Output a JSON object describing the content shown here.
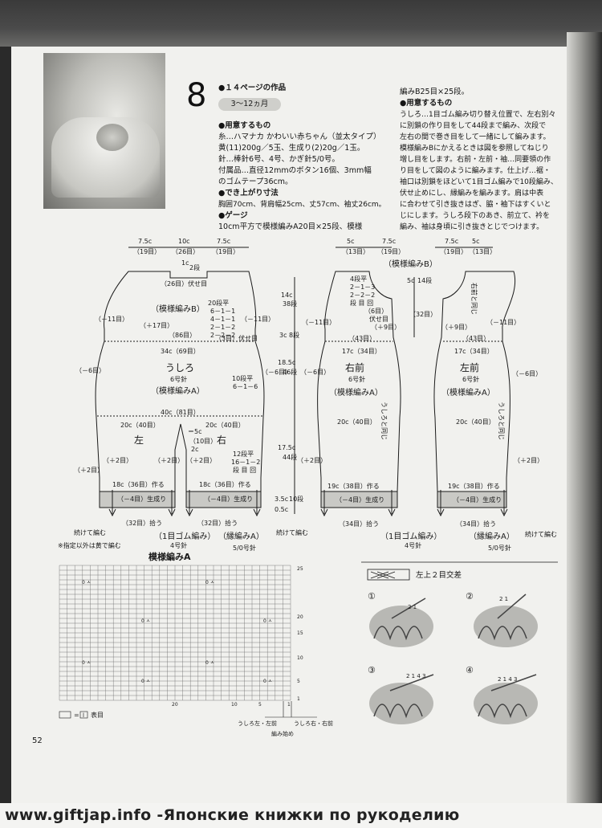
{
  "page_number": "52",
  "footer": "www.giftjap.info -Японские книжки по рукоделию",
  "pattern": {
    "number": "8",
    "ref": "●１４ページの作品",
    "age": "3～12ヵ月",
    "materials_head": "●用意するもの",
    "materials": [
      "糸…ハマナカ かわいい赤ちゃん（並太タイプ）",
      "黄(11)200g／5玉、生成り(2)20g／1玉。",
      "針…棒針6号、4号、かぎ針5/0号。",
      "付属品…直径12mmのボタン16個、3mm幅",
      "のゴムテープ36cm。"
    ],
    "size_head": "●でき上がり寸法",
    "size": "胸囲70cm、背肩幅25cm、丈57cm、袖丈26cm。",
    "gauge_head": "●ゲージ",
    "gauge": [
      "10cm平方で模様編みA20目×25段、模様",
      "編みB25目×25段。"
    ],
    "method_head": "●用意するもの",
    "method": [
      "うしろ…1目ゴム編み切り替え位置で、左右別々",
      "に別鎖の作り目をして44段まで編み、次段で",
      "左右の間で巻き目をして一緒にして編みます。",
      "模様編みBにかえるときは図を参照してねじり",
      "増し目をします。右前・左前・袖…同要領の作",
      "り目をして図のように編みます。仕上げ…裾・",
      "袖口は別鎖をほどいて1目ゴム編みで10段編み、",
      "伏せ止めにし、縁編みを編みます。肩は中表",
      "に合わせて引き抜きはぎ、脇・袖下はすくいと",
      "じにします。うしろ段下のあき、前立て、衿を",
      "編み、袖は身頃に引き抜きとじでつけます。"
    ]
  },
  "diagram": {
    "back": {
      "title": "うしろ",
      "needle": "6号針",
      "pattern_a": "（模様編みA）",
      "pattern_b": "（模様編みB）",
      "left": "左",
      "right": "右",
      "top_7_5": "7.5c",
      "top_7_5_st": "（19目）",
      "top_10": "10c",
      "top_10_st": "（26目）",
      "neck_bind": "（26目）伏せ目",
      "neck_1c": "1c",
      "neck_2": "2段",
      "w34": "34c（69目）",
      "w86": "（86目）",
      "w3": "（3目）伏せ目",
      "w40": "40c（81目）",
      "w20l": "20c（40目）",
      "w20r": "20c（40目）",
      "w18l": "18c（36目）作る",
      "w18r": "18c（36目）作る",
      "w4l": "（－4目）生成り",
      "w4r": "（－4目）生成り",
      "w32l": "（32目）拾う",
      "w32r": "（32目）拾う",
      "m11l": "（－11目）",
      "m11r": "（－11目）",
      "p17": "（＋17目）",
      "m6l": "（－6目）",
      "m6r": "（－6目）",
      "p2l": "（＋2目）",
      "p2a": "（＋2目）",
      "p2b": "（＋2目）",
      "p2r": "（＋2目）",
      "inc_a": [
        "20段平",
        "6－1－1",
        "4－1－1",
        "2－1－2",
        "2－2－2"
      ],
      "inc_b": [
        "10段平",
        "6－1－6"
      ],
      "inc_c": [
        "12段平",
        "16－1－2",
        "段 目 回"
      ],
      "c5": "＝5c",
      "c5s": "（10目）",
      "c2": "2c",
      "cont": "続けて編む",
      "note": "※指定以外は黄で編む"
    },
    "center": {
      "h14": "14c",
      "h14s": "38段",
      "h3": "3c",
      "h3s": "8段",
      "h18": "18.5c",
      "h18s": "46段",
      "h17": "17.5c",
      "h17s": "44段",
      "h35": "3.5c",
      "h35s": "10段",
      "h05": "0.5c"
    },
    "right_front": {
      "title": "右前",
      "needle": "6号針",
      "pattern": "（模様編みA）",
      "top5": "5c",
      "top5s": "（13目）",
      "top75": "7.5c",
      "top75s": "（19目）",
      "neck_steps": [
        "4段平",
        "2－1－3",
        "2－2－2",
        "段 目 回"
      ],
      "neck6": "（6目）",
      "neck_bind": "伏せ目",
      "p9": "（＋9目）",
      "w43": "（43目）",
      "w17": "17c（34目）",
      "w20": "20c（40目）",
      "w19": "19c（38目）作る",
      "w4": "（－4目）生成り",
      "w34": "（34目）拾う",
      "m11": "（－11目）",
      "m6": "（－6目）",
      "p2": "（＋2目）",
      "vert": "うしろと同じ",
      "c5": "5c",
      "c14": "14段",
      "c32": "（32目）"
    },
    "left_front": {
      "title": "左前",
      "needle": "6号針",
      "pattern": "（模様編みA）",
      "top5": "5c",
      "top5s": "（13目）",
      "top75": "7.5c",
      "top75s": "（19目）",
      "vert_top": "右前と同じ",
      "p9": "（＋9目）",
      "w43": "（43目）",
      "w17": "17c（34目）",
      "w20": "20c（40目）",
      "w19": "19c（38目）作る",
      "w4": "（－4目）生成り",
      "w34": "（34目）拾う",
      "m11": "（－11目）",
      "m6": "（－6目）",
      "p2": "（＋2目）",
      "vert": "うしろと同じ"
    },
    "pattern_b_top": "（模様編みB）",
    "rib_l": "（1目ゴム編み）",
    "rib_l_n": "4号針",
    "edge_l": "（縁編みA）",
    "edge_l_n": "5/0号針",
    "rib_r": "（1目ゴム編み）",
    "rib_r_n": "4号針",
    "edge_r": "（縁編みA）",
    "edge_r_n": "5/0号針",
    "cont_l": "続けて編む",
    "cont_r": "続けて編む"
  },
  "chart_a": {
    "title": "模様編みA",
    "legend": "□＝□ 表目",
    "legend_symbol": "l",
    "row_labels": [
      "25",
      "20",
      "15",
      "10",
      "5",
      "1"
    ],
    "col_labels": [
      "20",
      "10",
      "5",
      "1"
    ],
    "marks": "0 ㅅ",
    "start_l": "うしろ左・左前",
    "start_r": "うしろ右・右前",
    "start": "編み始め"
  },
  "cable": {
    "title": "左上２目交差",
    "steps": [
      "①",
      "②",
      "③",
      "④"
    ],
    "nums": [
      "2 1",
      "2 1",
      "2 1 4 3",
      "2 1 4 3"
    ]
  }
}
